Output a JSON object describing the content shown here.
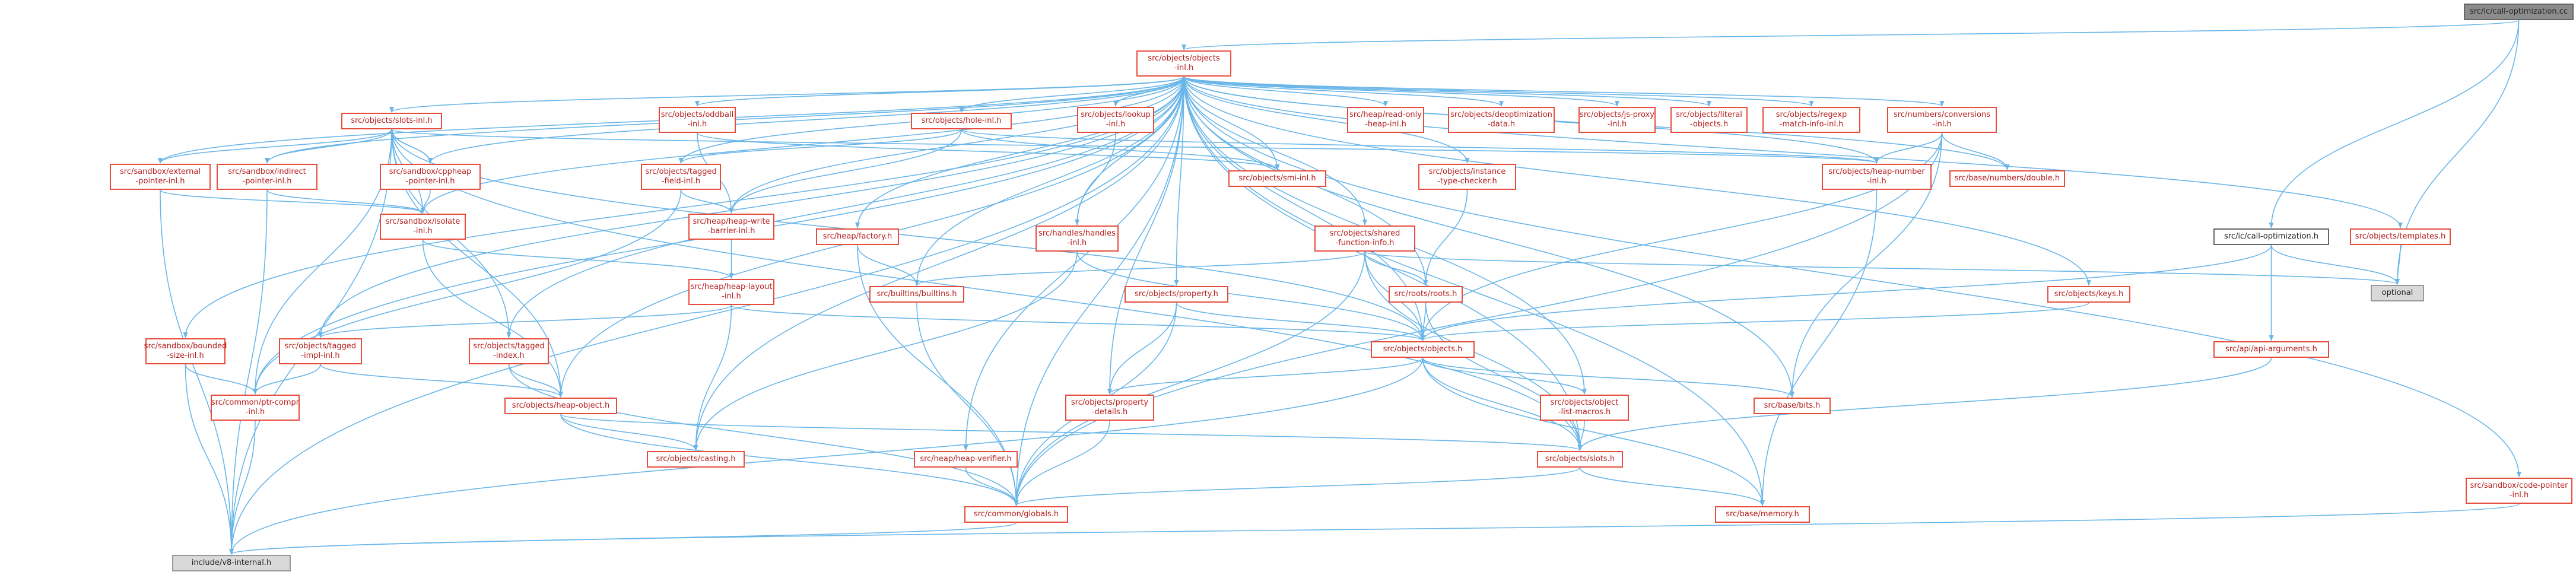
{
  "colors": {
    "edge": "#6ab6e8",
    "border_red": "#e74c3c",
    "text_red": "#b71c1c",
    "grey": "#d9d9d9",
    "root": "#8c8c8c"
  },
  "nodes": [
    {
      "id": "ic_call_opt_cc",
      "lines": [
        "src/ic/call-optimization.cc"
      ],
      "style": "root"
    },
    {
      "id": "objects_objects_inl",
      "lines": [
        "src/objects/objects",
        "-inl.h"
      ],
      "style": "red"
    },
    {
      "id": "slots_inl",
      "lines": [
        "src/objects/slots-inl.h"
      ],
      "style": "red"
    },
    {
      "id": "oddball_inl",
      "lines": [
        "src/objects/oddball",
        "-inl.h"
      ],
      "style": "red"
    },
    {
      "id": "hole_inl",
      "lines": [
        "src/objects/hole-inl.h"
      ],
      "style": "red"
    },
    {
      "id": "lookup_inl",
      "lines": [
        "src/objects/lookup",
        "-inl.h"
      ],
      "style": "red"
    },
    {
      "id": "read_only_heap",
      "lines": [
        "src/heap/read-only",
        "-heap-inl.h"
      ],
      "style": "red"
    },
    {
      "id": "deoptimization",
      "lines": [
        "src/objects/deoptimization",
        "-data.h"
      ],
      "style": "red"
    },
    {
      "id": "js_proxy",
      "lines": [
        "src/objects/js-proxy",
        "-inl.h"
      ],
      "style": "red"
    },
    {
      "id": "literal_objects",
      "lines": [
        "src/objects/literal",
        "-objects.h"
      ],
      "style": "red"
    },
    {
      "id": "regexp_match",
      "lines": [
        "src/objects/regexp",
        "-match-info-inl.h"
      ],
      "style": "red"
    },
    {
      "id": "conversions_inl",
      "lines": [
        "src/numbers/conversions",
        "-inl.h"
      ],
      "style": "red"
    },
    {
      "id": "external_ptr",
      "lines": [
        "src/sandbox/external",
        "-pointer-inl.h"
      ],
      "style": "red"
    },
    {
      "id": "indirect_ptr",
      "lines": [
        "src/sandbox/indirect",
        "-pointer-inl.h"
      ],
      "style": "red"
    },
    {
      "id": "cppheap_ptr",
      "lines": [
        "src/sandbox/cppheap",
        "-pointer-inl.h"
      ],
      "style": "red"
    },
    {
      "id": "tagged_field",
      "lines": [
        "src/objects/tagged",
        "-field-inl.h"
      ],
      "style": "red"
    },
    {
      "id": "smi_inl",
      "lines": [
        "src/objects/smi-inl.h"
      ],
      "style": "red"
    },
    {
      "id": "instance_type_checker",
      "lines": [
        "src/objects/instance",
        "-type-checker.h"
      ],
      "style": "red"
    },
    {
      "id": "heap_number_inl",
      "lines": [
        "src/objects/heap-number",
        "-inl.h"
      ],
      "style": "red"
    },
    {
      "id": "numbers_double",
      "lines": [
        "src/base/numbers/double.h"
      ],
      "style": "red"
    },
    {
      "id": "sandbox_isolate",
      "lines": [
        "src/sandbox/isolate",
        "-inl.h"
      ],
      "style": "red"
    },
    {
      "id": "heap_write_barrier",
      "lines": [
        "src/heap/heap-write",
        "-barrier-inl.h"
      ],
      "style": "red"
    },
    {
      "id": "heap_factory",
      "lines": [
        "src/heap/factory.h"
      ],
      "style": "red"
    },
    {
      "id": "handles_inl",
      "lines": [
        "src/handles/handles",
        "-inl.h"
      ],
      "style": "red"
    },
    {
      "id": "shared_function_info",
      "lines": [
        "src/objects/shared",
        "-function-info.h"
      ],
      "style": "red"
    },
    {
      "id": "call_optimization_h",
      "lines": [
        "src/ic/call-optimization.h"
      ],
      "style": "plain"
    },
    {
      "id": "templates_h",
      "lines": [
        "src/objects/templates.h"
      ],
      "style": "red"
    },
    {
      "id": "optional",
      "lines": [
        "optional"
      ],
      "style": "grey"
    },
    {
      "id": "heap_layout",
      "lines": [
        "src/heap/heap-layout",
        "-inl.h"
      ],
      "style": "red"
    },
    {
      "id": "builtins",
      "lines": [
        "src/builtins/builtins.h"
      ],
      "style": "red"
    },
    {
      "id": "property_h",
      "lines": [
        "src/objects/property.h"
      ],
      "style": "red"
    },
    {
      "id": "roots_h",
      "lines": [
        "src/roots/roots.h"
      ],
      "style": "red"
    },
    {
      "id": "keys_h",
      "lines": [
        "src/objects/keys.h"
      ],
      "style": "red"
    },
    {
      "id": "bounded_size",
      "lines": [
        "src/sandbox/bounded",
        "-size-inl.h"
      ],
      "style": "red"
    },
    {
      "id": "tagged_impl",
      "lines": [
        "src/objects/tagged",
        "-impl-inl.h"
      ],
      "style": "red"
    },
    {
      "id": "tagged_index",
      "lines": [
        "src/objects/tagged",
        "-index.h"
      ],
      "style": "red"
    },
    {
      "id": "objects_h",
      "lines": [
        "src/objects/objects.h"
      ],
      "style": "red"
    },
    {
      "id": "api_arguments",
      "lines": [
        "src/api/api-arguments.h"
      ],
      "style": "red"
    },
    {
      "id": "ptr_compr",
      "lines": [
        "src/common/ptr-compr",
        "-inl.h"
      ],
      "style": "red"
    },
    {
      "id": "heap_object",
      "lines": [
        "src/objects/heap-object.h"
      ],
      "style": "red"
    },
    {
      "id": "property_details",
      "lines": [
        "src/objects/property",
        "-details.h"
      ],
      "style": "red"
    },
    {
      "id": "object_list_macros",
      "lines": [
        "src/objects/object",
        "-list-macros.h"
      ],
      "style": "red"
    },
    {
      "id": "base_bits",
      "lines": [
        "src/base/bits.h"
      ],
      "style": "red"
    },
    {
      "id": "casting",
      "lines": [
        "src/objects/casting.h"
      ],
      "style": "red"
    },
    {
      "id": "heap_verifier",
      "lines": [
        "src/heap/heap-verifier.h"
      ],
      "style": "red"
    },
    {
      "id": "objects_slots",
      "lines": [
        "src/objects/slots.h"
      ],
      "style": "red"
    },
    {
      "id": "code_pointer",
      "lines": [
        "src/sandbox/code-pointer",
        "-inl.h"
      ],
      "style": "red"
    },
    {
      "id": "globals",
      "lines": [
        "src/common/globals.h"
      ],
      "style": "red"
    },
    {
      "id": "base_memory",
      "lines": [
        "src/base/memory.h"
      ],
      "style": "red"
    },
    {
      "id": "v8_internal",
      "lines": [
        "include/v8-internal.h"
      ],
      "style": "grey"
    }
  ],
  "edges": [
    [
      "ic_call_opt_cc",
      "objects_objects_inl"
    ],
    [
      "ic_call_opt_cc",
      "call_optimization_h"
    ],
    [
      "ic_call_opt_cc",
      "optional"
    ],
    [
      "objects_objects_inl",
      "slots_inl"
    ],
    [
      "objects_objects_inl",
      "oddball_inl"
    ],
    [
      "objects_objects_inl",
      "hole_inl"
    ],
    [
      "objects_objects_inl",
      "lookup_inl"
    ],
    [
      "objects_objects_inl",
      "read_only_heap"
    ],
    [
      "objects_objects_inl",
      "deoptimization"
    ],
    [
      "objects_objects_inl",
      "js_proxy"
    ],
    [
      "objects_objects_inl",
      "literal_objects"
    ],
    [
      "objects_objects_inl",
      "regexp_match"
    ],
    [
      "objects_objects_inl",
      "conversions_inl"
    ],
    [
      "objects_objects_inl",
      "external_ptr"
    ],
    [
      "objects_objects_inl",
      "indirect_ptr"
    ],
    [
      "objects_objects_inl",
      "cppheap_ptr"
    ],
    [
      "objects_objects_inl",
      "tagged_field"
    ],
    [
      "objects_objects_inl",
      "smi_inl"
    ],
    [
      "objects_objects_inl",
      "instance_type_checker"
    ],
    [
      "objects_objects_inl",
      "heap_number_inl"
    ],
    [
      "objects_objects_inl",
      "numbers_double"
    ],
    [
      "objects_objects_inl",
      "sandbox_isolate"
    ],
    [
      "objects_objects_inl",
      "heap_write_barrier"
    ],
    [
      "objects_objects_inl",
      "heap_factory"
    ],
    [
      "objects_objects_inl",
      "handles_inl"
    ],
    [
      "objects_objects_inl",
      "shared_function_info"
    ],
    [
      "objects_objects_inl",
      "templates_h"
    ],
    [
      "objects_objects_inl",
      "builtins"
    ],
    [
      "objects_objects_inl",
      "property_h"
    ],
    [
      "objects_objects_inl",
      "roots_h"
    ],
    [
      "objects_objects_inl",
      "keys_h"
    ],
    [
      "objects_objects_inl",
      "bounded_size"
    ],
    [
      "objects_objects_inl",
      "tagged_impl"
    ],
    [
      "objects_objects_inl",
      "tagged_index"
    ],
    [
      "objects_objects_inl",
      "objects_h"
    ],
    [
      "objects_objects_inl",
      "ptr_compr"
    ],
    [
      "objects_objects_inl",
      "heap_object"
    ],
    [
      "objects_objects_inl",
      "property_details"
    ],
    [
      "objects_objects_inl",
      "object_list_macros"
    ],
    [
      "objects_objects_inl",
      "base_bits"
    ],
    [
      "objects_objects_inl",
      "casting"
    ],
    [
      "objects_objects_inl",
      "heap_verifier"
    ],
    [
      "objects_objects_inl",
      "objects_slots"
    ],
    [
      "objects_objects_inl",
      "code_pointer"
    ],
    [
      "objects_objects_inl",
      "globals"
    ],
    [
      "objects_objects_inl",
      "base_memory"
    ],
    [
      "objects_objects_inl",
      "v8_internal"
    ],
    [
      "slots_inl",
      "external_ptr"
    ],
    [
      "slots_inl",
      "indirect_ptr"
    ],
    [
      "slots_inl",
      "cppheap_ptr"
    ],
    [
      "slots_inl",
      "sandbox_isolate"
    ],
    [
      "slots_inl",
      "ptr_compr"
    ],
    [
      "slots_inl",
      "heap_object"
    ],
    [
      "slots_inl",
      "objects_h"
    ],
    [
      "slots_inl",
      "heap_number_inl"
    ],
    [
      "slots_inl",
      "objects_slots"
    ],
    [
      "slots_inl",
      "v8_internal"
    ],
    [
      "slots_inl",
      "tagged_index"
    ],
    [
      "external_ptr",
      "sandbox_isolate"
    ],
    [
      "external_ptr",
      "v8_internal"
    ],
    [
      "indirect_ptr",
      "sandbox_isolate"
    ],
    [
      "indirect_ptr",
      "v8_internal"
    ],
    [
      "cppheap_ptr",
      "sandbox_isolate"
    ],
    [
      "cppheap_ptr",
      "slots_inl"
    ],
    [
      "sandbox_isolate",
      "heap_layout"
    ],
    [
      "sandbox_isolate",
      "heap_object"
    ],
    [
      "oddball_inl",
      "heap_write_barrier"
    ],
    [
      "oddball_inl",
      "smi_inl"
    ],
    [
      "hole_inl",
      "tagged_field"
    ],
    [
      "hole_inl",
      "heap_number_inl"
    ],
    [
      "hole_inl",
      "smi_inl"
    ],
    [
      "hole_inl",
      "heap_write_barrier"
    ],
    [
      "lookup_inl",
      "handles_inl"
    ],
    [
      "tagged_field",
      "heap_write_barrier"
    ],
    [
      "tagged_field",
      "ptr_compr"
    ],
    [
      "heap_write_barrier",
      "heap_layout"
    ],
    [
      "heap_layout",
      "objects_h"
    ],
    [
      "heap_layout",
      "tagged_impl"
    ],
    [
      "heap_layout",
      "casting"
    ],
    [
      "heap_factory",
      "builtins"
    ],
    [
      "heap_factory",
      "globals"
    ],
    [
      "handles_inl",
      "objects_h"
    ],
    [
      "handles_inl",
      "casting"
    ],
    [
      "shared_function_info",
      "builtins"
    ],
    [
      "shared_function_info",
      "roots_h"
    ],
    [
      "shared_function_info",
      "objects_h"
    ],
    [
      "shared_function_info",
      "objects_slots"
    ],
    [
      "shared_function_info",
      "globals"
    ],
    [
      "shared_function_info",
      "optional"
    ],
    [
      "instance_type_checker",
      "roots_h"
    ],
    [
      "conversions_inl",
      "heap_number_inl"
    ],
    [
      "conversions_inl",
      "numbers_double"
    ],
    [
      "conversions_inl",
      "objects_h"
    ],
    [
      "conversions_inl",
      "base_bits"
    ],
    [
      "conversions_inl",
      "globals"
    ],
    [
      "heap_number_inl",
      "base_memory"
    ],
    [
      "call_optimization_h",
      "api_arguments"
    ],
    [
      "call_optimization_h",
      "objects_h"
    ],
    [
      "call_optimization_h",
      "optional"
    ],
    [
      "templates_h",
      "optional"
    ],
    [
      "api_arguments",
      "objects_slots"
    ],
    [
      "builtins",
      "globals"
    ],
    [
      "property_h",
      "objects_h"
    ],
    [
      "property_h",
      "property_details"
    ],
    [
      "property_h",
      "globals"
    ],
    [
      "roots_h",
      "objects_h"
    ],
    [
      "roots_h",
      "objects_slots"
    ],
    [
      "keys_h",
      "objects_h"
    ],
    [
      "objects_h",
      "property_details"
    ],
    [
      "objects_h",
      "object_list_macros"
    ],
    [
      "objects_h",
      "base_bits"
    ],
    [
      "objects_h",
      "objects_slots"
    ],
    [
      "objects_h",
      "base_memory"
    ],
    [
      "objects_h",
      "v8_internal"
    ],
    [
      "bounded_size",
      "ptr_compr"
    ],
    [
      "bounded_size",
      "v8_internal"
    ],
    [
      "tagged_impl",
      "ptr_compr"
    ],
    [
      "tagged_impl",
      "heap_object"
    ],
    [
      "tagged_index",
      "heap_object"
    ],
    [
      "tagged_index",
      "globals"
    ],
    [
      "ptr_compr",
      "v8_internal"
    ],
    [
      "heap_object",
      "casting"
    ],
    [
      "heap_object",
      "objects_slots"
    ],
    [
      "heap_object",
      "globals"
    ],
    [
      "property_details",
      "globals"
    ],
    [
      "object_list_macros",
      "objects_slots"
    ],
    [
      "heap_verifier",
      "globals"
    ],
    [
      "objects_slots",
      "globals"
    ],
    [
      "objects_slots",
      "base_memory"
    ],
    [
      "code_pointer",
      "v8_internal"
    ],
    [
      "globals",
      "v8_internal"
    ]
  ]
}
